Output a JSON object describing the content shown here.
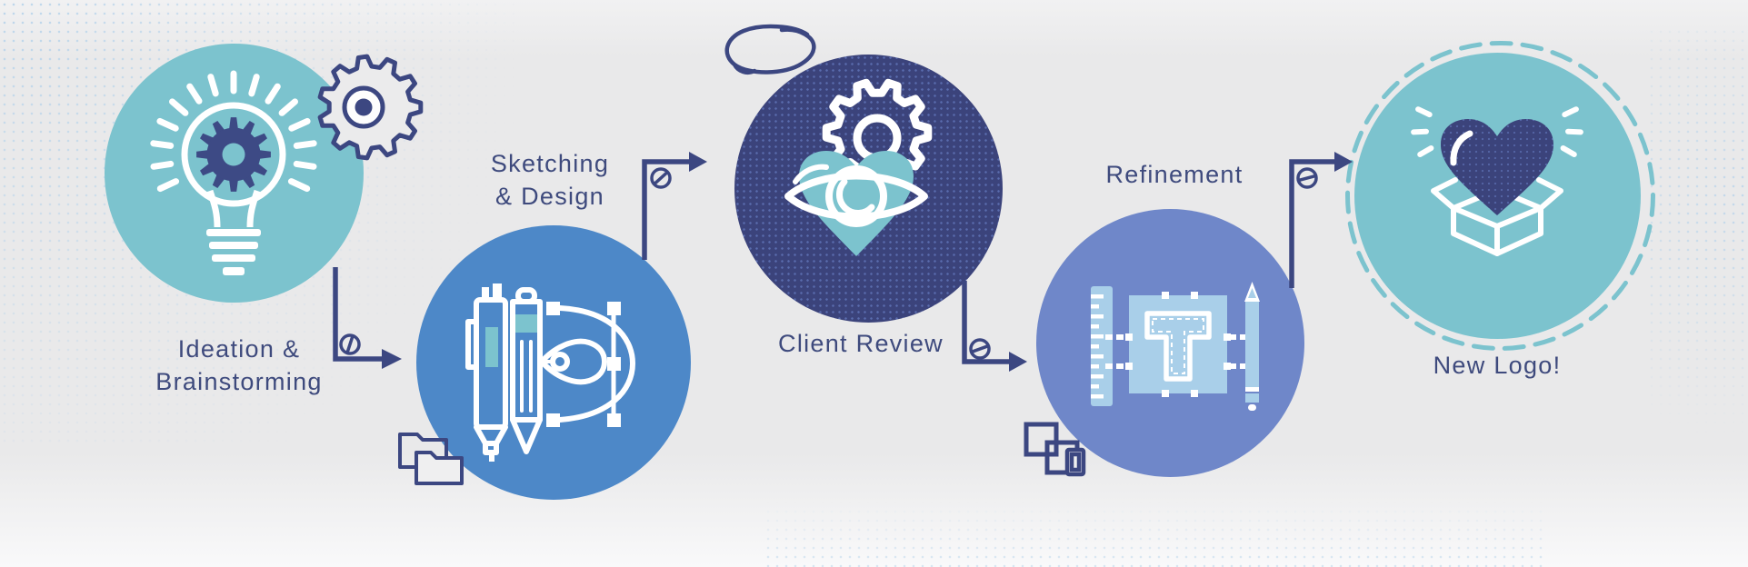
{
  "diagram": {
    "title": "Logo design process flow",
    "background_color": "#e9e9ea",
    "ink_color": "#3c4781",
    "text_color": "#3e4a7d",
    "steps": [
      {
        "label_lines": [
          "Ideation &",
          "Brainstorming"
        ],
        "icon": "lightbulb-gear-icon",
        "circle_color": "#7cc3ce"
      },
      {
        "label_lines": [
          "Sketching",
          "& Design"
        ],
        "icon": "design-tools-icon",
        "circle_color": "#4d88c8"
      },
      {
        "label_lines": [
          "Client Review"
        ],
        "icon": "eye-heart-gear-icon",
        "circle_color": "#3b437b",
        "texture": "dotted"
      },
      {
        "label_lines": [
          "Refinement"
        ],
        "icon": "type-refinement-icon",
        "circle_color": "#6f87c9"
      },
      {
        "label_lines": [
          "New Logo!"
        ],
        "icon": "heart-in-box-icon",
        "circle_color": "#7cc3ce",
        "ring": "dashed"
      }
    ],
    "connectors": [
      {
        "from": "Ideation & Brainstorming",
        "to": "Sketching & Design",
        "badge": "circle-slash-icon"
      },
      {
        "from": "Sketching & Design",
        "to": "Client Review",
        "badge": "circle-slash-icon"
      },
      {
        "from": "Client Review",
        "to": "Refinement",
        "badge": "circle-slash-icon"
      },
      {
        "from": "Refinement",
        "to": "New Logo!",
        "badge": "circle-slash-icon"
      }
    ],
    "decorations": [
      "gear-outline-icon",
      "speech-doodle-icon",
      "folder-stack-icon",
      "square-stack-icon",
      "halftone-dots"
    ],
    "accent_colors": {
      "teal": "#7cc3ce",
      "blue": "#4d88c8",
      "navy": "#3b437b",
      "periwinkle": "#6f87c9",
      "icon_light_blue": "#a9cfe9",
      "white": "#ffffff"
    }
  }
}
